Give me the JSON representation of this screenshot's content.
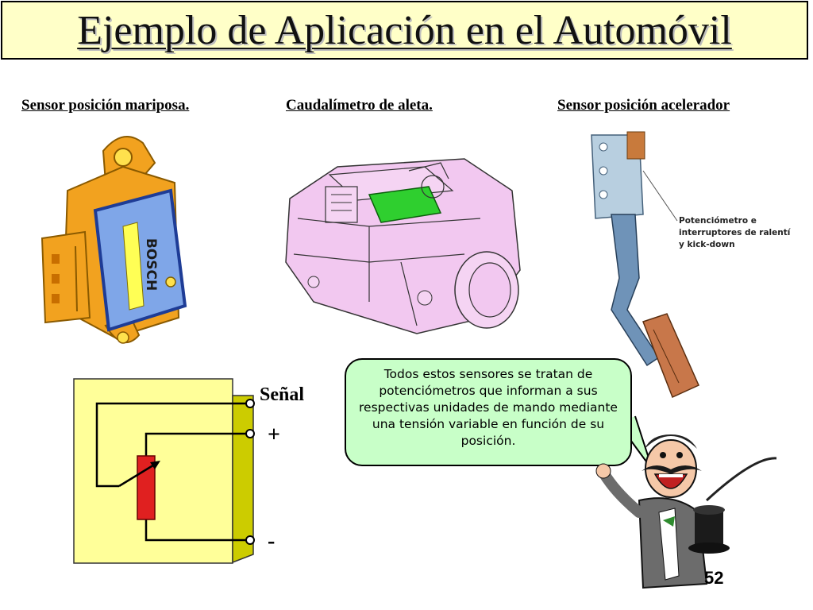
{
  "slide": {
    "title": "Ejemplo de Aplicación en el Automóvil",
    "page_number": "52"
  },
  "captions": {
    "throttle": "Sensor posición mariposa.",
    "airflow": "Caudalímetro de aleta.",
    "accelerator": "Sensor posición acelerador"
  },
  "throttle_sensor": {
    "brand": "BOSCH"
  },
  "accelerator_sensor": {
    "callout_line1": "Potenciómetro e",
    "callout_line2": "interruptores de ralentí",
    "callout_line3": "y kick-down"
  },
  "circuit": {
    "signal_label": "Señal",
    "plus_label": "+",
    "minus_label": "-"
  },
  "bubble": {
    "text": "Todos estos sensores se tratan de potenciómetros que informan a sus respectivas unidades de mando mediante una tensión variable en función de su posición."
  },
  "colors": {
    "title_bg": "#ffffc8",
    "bubble_bg": "#c8ffc8",
    "sensor_orange": "#f2a21f",
    "sensor_blue": "#7fa6e8",
    "meter_pink": "#f2c8f0",
    "resistor_red": "#e02020",
    "circuit_panel": "#ffff99",
    "connector_olive": "#cccc00"
  }
}
